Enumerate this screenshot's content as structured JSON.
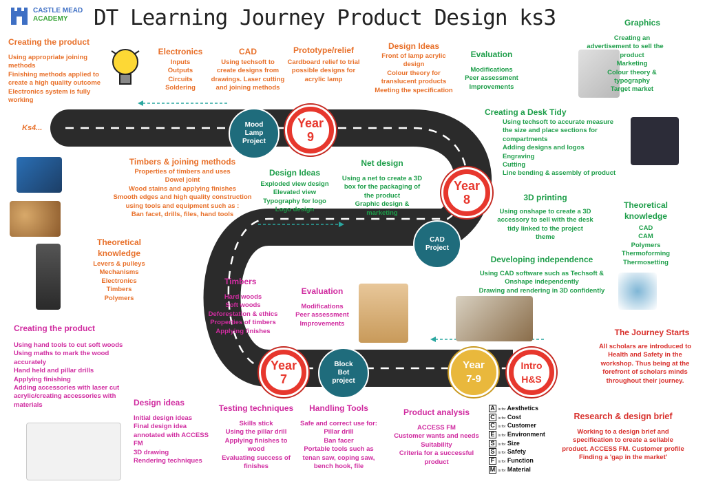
{
  "header": {
    "title": "DT Learning Journey Product Design  ks3",
    "logo": [
      "CASTLE MEAD",
      "ACADEMY"
    ]
  },
  "road_labels": {
    "ks4": "Ks4...",
    "year9": "Year\n9",
    "year8": "Year\n8",
    "year7": "Year\n7",
    "year79": "Year\n7-9",
    "intro": "Intro\nH&S",
    "mood_lamp": "Mood\nLamp\nProject",
    "cad_project": "CAD\nProject",
    "block_bot": "Block\nBot\nproject"
  },
  "sections": {
    "creating_top": {
      "title": "Creating the product",
      "lines": [
        "Using appropriate  joining",
        "methods",
        "Finishing methods applied to",
        "create a high quality outcome",
        "Electronics system is fully",
        "working"
      ]
    },
    "electronics": {
      "title": "Electronics",
      "lines": [
        "Inputs",
        "Outputs",
        "Circuits",
        "Soldering"
      ]
    },
    "cad": {
      "title": "CAD",
      "lines": [
        "Using techsoft to",
        "create designs from",
        "drawings. Laser cutting",
        "and joining methods"
      ]
    },
    "prototype": {
      "title": "Prototype/relief",
      "lines": [
        "Cardboard  relief to trial",
        "possible designs for",
        "acrylic lamp"
      ]
    },
    "design_ideas_y9": {
      "title": "Design Ideas",
      "lines": [
        "Front of lamp acrylic",
        "design",
        "Colour  theory for",
        "translucent products",
        "Meeting the specification"
      ]
    },
    "evaluation_y9": {
      "title": "Evaluation",
      "lines": [
        "Modifications",
        "Peer assessment",
        "Improvements"
      ]
    },
    "graphics": {
      "title": "Graphics",
      "lines": [
        "Creating  an",
        "advertisement to sell the",
        "product",
        "Marketing",
        "Colour theory &",
        "typography",
        "Target market"
      ]
    },
    "desk_tidy": {
      "title": "Creating a Desk Tidy",
      "lines": [
        "Using techsoft to accurate measure",
        "the size and place sections for",
        "compartments",
        "Adding designs and logos",
        "Engraving",
        "Cutting",
        "Line bending  & assembly of product"
      ]
    },
    "timbers_joining": {
      "title": "Timbers & joining methods",
      "lines": [
        "Properties of timbers and uses",
        "Dowel joint",
        "Wood stains and applying finishes",
        "Smooth edges and high quality construction",
        "using tools and equipment  such as :",
        "Ban facet, drills, files, hand tools"
      ]
    },
    "design_ideas_y8": {
      "title": "Design Ideas",
      "lines": [
        "Exploded view design",
        "Elevated view",
        "Typography for logo",
        "Logo design"
      ]
    },
    "net_design": {
      "title": "Net design",
      "lines": [
        "Using a net to create a 3D",
        "box for the packaging of",
        "the product",
        "Graphic design &",
        "marketing"
      ]
    },
    "printing_3d": {
      "title": "3D printing",
      "lines": [
        "Using onshape  to create a 3D",
        "accessory to sell with the desk",
        "tidy linked to the project",
        "theme"
      ]
    },
    "theory_right": {
      "title": "Theoretical\nknowledge",
      "lines": [
        "CAD",
        "CAM",
        "Polymers",
        "Thermoforming",
        "Thermosetting"
      ]
    },
    "theory_left": {
      "title": "Theoretical\nknowledge",
      "lines": [
        "Levers & pulleys",
        "Mechanisms",
        "Electronics",
        "Timbers",
        "Polymers"
      ]
    },
    "independence": {
      "title": "Developing independence",
      "lines": [
        "Using CAD software such as Techsoft &",
        "Onshape independently",
        "Drawing and rendering  in 3D confidently"
      ]
    },
    "timbers": {
      "title": "Timbers",
      "lines": [
        "Hard woods",
        "Soft woods",
        "Deforestation & ethics",
        "Properties of timbers",
        "Applying finishes"
      ]
    },
    "evaluation_y7": {
      "title": "Evaluation",
      "lines": [
        "Modifications",
        "Peer assessment",
        "Improvements"
      ]
    },
    "journey_starts": {
      "title": "The Journey Starts",
      "lines": [
        "All scholars are introduced to",
        "Health and Safety in the",
        "workshop.  Thus being at the",
        "forefront of scholars minds",
        "throughout  their journey."
      ]
    },
    "creating_bottom": {
      "title": "Creating the product",
      "lines": [
        "Using hand  tools to cut soft woods",
        "Using maths to mark the wood",
        "accurately",
        "Hand held and pillar drills",
        "Applying finishing",
        "Adding accessories with laser cut",
        "acrylic/creating accessories with",
        "materials"
      ]
    },
    "design_ideas_y7": {
      "title": "Design ideas",
      "lines": [
        "Initial design ideas",
        "Final design idea",
        "annotated  with ACCESS",
        "FM",
        "3D drawing",
        "Rendering techniques"
      ]
    },
    "testing": {
      "title": "Testing techniques",
      "lines": [
        "Skills stick",
        "Using the pillar drill",
        "Applying finishes to",
        "wood",
        "Evaluating success of",
        "finishes"
      ]
    },
    "handling": {
      "title": "Handling Tools",
      "lines": [
        "Safe and correct use for:",
        "Pillar drill",
        "Ban facer",
        "Portable tools such as",
        "tenan saw, coping saw,",
        "bench hook, file"
      ]
    },
    "product_analysis": {
      "title": "Product analysis",
      "lines": [
        "ACCESS FM",
        "Customer wants and needs",
        "Suitability",
        "Criteria for a successful",
        "product"
      ]
    },
    "research": {
      "title": "Research & design brief",
      "lines": [
        "Working to a design brief and",
        "specification to create a sellable",
        "product.  ACCESS FM. Customer profile",
        "Finding a 'gap in the market'"
      ]
    }
  },
  "access_fm": [
    {
      "letter": "A",
      "word": "Aesthetics"
    },
    {
      "letter": "C",
      "word": "Cost"
    },
    {
      "letter": "C",
      "word": "Customer"
    },
    {
      "letter": "E",
      "word": "Environment"
    },
    {
      "letter": "S",
      "word": "Size"
    },
    {
      "letter": "S",
      "word": "Safety"
    },
    {
      "letter": "F",
      "word": "Function"
    },
    {
      "letter": "M",
      "word": "Material"
    }
  ],
  "access_fm_prefix": "is for",
  "colors": {
    "orange": "#e8702a",
    "green": "#1e9e4a",
    "pink": "#d02ca0",
    "red": "#d8302c",
    "road": "#2a2a2a",
    "teal": "#1f6c7c"
  }
}
